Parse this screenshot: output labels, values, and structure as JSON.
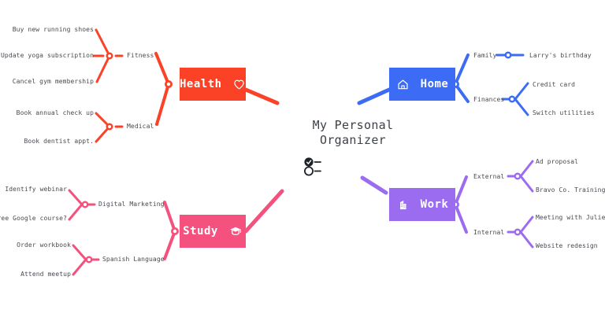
{
  "center": {
    "title_line1": "My Personal",
    "title_line2": "Organizer",
    "icon": "checklist-icon"
  },
  "palette": {
    "health": "#FB4226",
    "home": "#3C6CF5",
    "study": "#F4517E",
    "work": "#9B6CF0",
    "text": "#4a4a52",
    "title": "#3d4148",
    "background": "#ffffff"
  },
  "branches": [
    {
      "id": "health",
      "label": "Health",
      "icon": "heart-icon",
      "color": "#FB4226",
      "side": "left",
      "subs": [
        {
          "label": "Fitness",
          "leaves": [
            "Buy new running shoes",
            "Update yoga subscription",
            "Cancel gym membership"
          ]
        },
        {
          "label": "Medical",
          "leaves": [
            "Book annual check up",
            "Book dentist appt."
          ]
        }
      ]
    },
    {
      "id": "home",
      "label": "Home",
      "icon": "house-icon",
      "color": "#3C6CF5",
      "side": "right",
      "subs": [
        {
          "label": "Family",
          "leaves": [
            "Larry's birthday"
          ]
        },
        {
          "label": "Finances",
          "leaves": [
            "Credit card",
            "Switch utilities"
          ]
        }
      ]
    },
    {
      "id": "study",
      "label": "Study",
      "icon": "graduation-cap-icon",
      "color": "#F4517E",
      "side": "left",
      "subs": [
        {
          "label": "Digital Marketing",
          "leaves": [
            "Identify webinar",
            "Free Google course?"
          ]
        },
        {
          "label": "Spanish Language",
          "leaves": [
            "Order workbook",
            "Attend meetup"
          ]
        }
      ]
    },
    {
      "id": "work",
      "label": "Work",
      "icon": "office-building-icon",
      "color": "#9B6CF0",
      "side": "right",
      "subs": [
        {
          "label": "External",
          "leaves": [
            "Ad proposal",
            "Bravo Co. Training"
          ]
        },
        {
          "label": "Internal",
          "leaves": [
            "Meeting with Julie",
            "Website redesign"
          ]
        }
      ]
    }
  ]
}
